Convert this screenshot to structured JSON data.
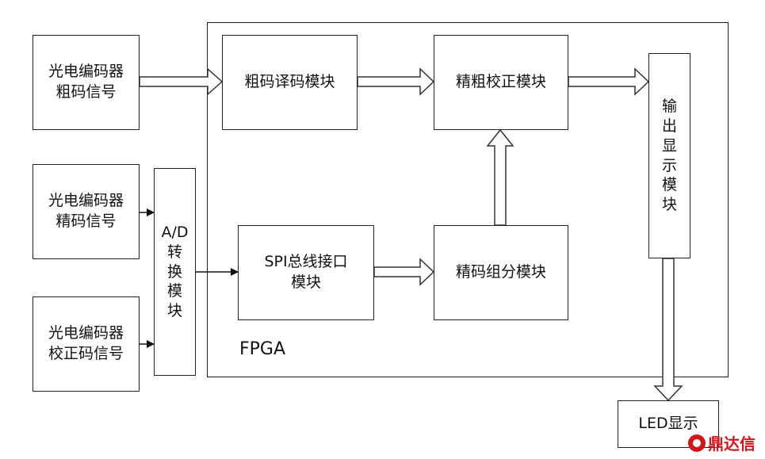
{
  "frame_label": "FPGA",
  "blocks": {
    "coarse_signal": [
      "光电编码器",
      "粗码信号"
    ],
    "fine_signal": [
      "光电编码器",
      "精码信号"
    ],
    "calib_signal": [
      "光电编码器",
      "校正码信号"
    ],
    "ad": [
      "A/D",
      "转",
      "换",
      "模",
      "块"
    ],
    "coarse_decode": "粗码译码模块",
    "correction": "精粗校正模块",
    "spi": [
      "SPI总线接口",
      "模块"
    ],
    "fine_subdivide": "精码组分模块",
    "output": [
      "输",
      "出",
      "显",
      "示",
      "模",
      "块"
    ],
    "led": "LED显示"
  },
  "watermark": {
    "text": "鼎达信",
    "color": "#d0151b"
  }
}
